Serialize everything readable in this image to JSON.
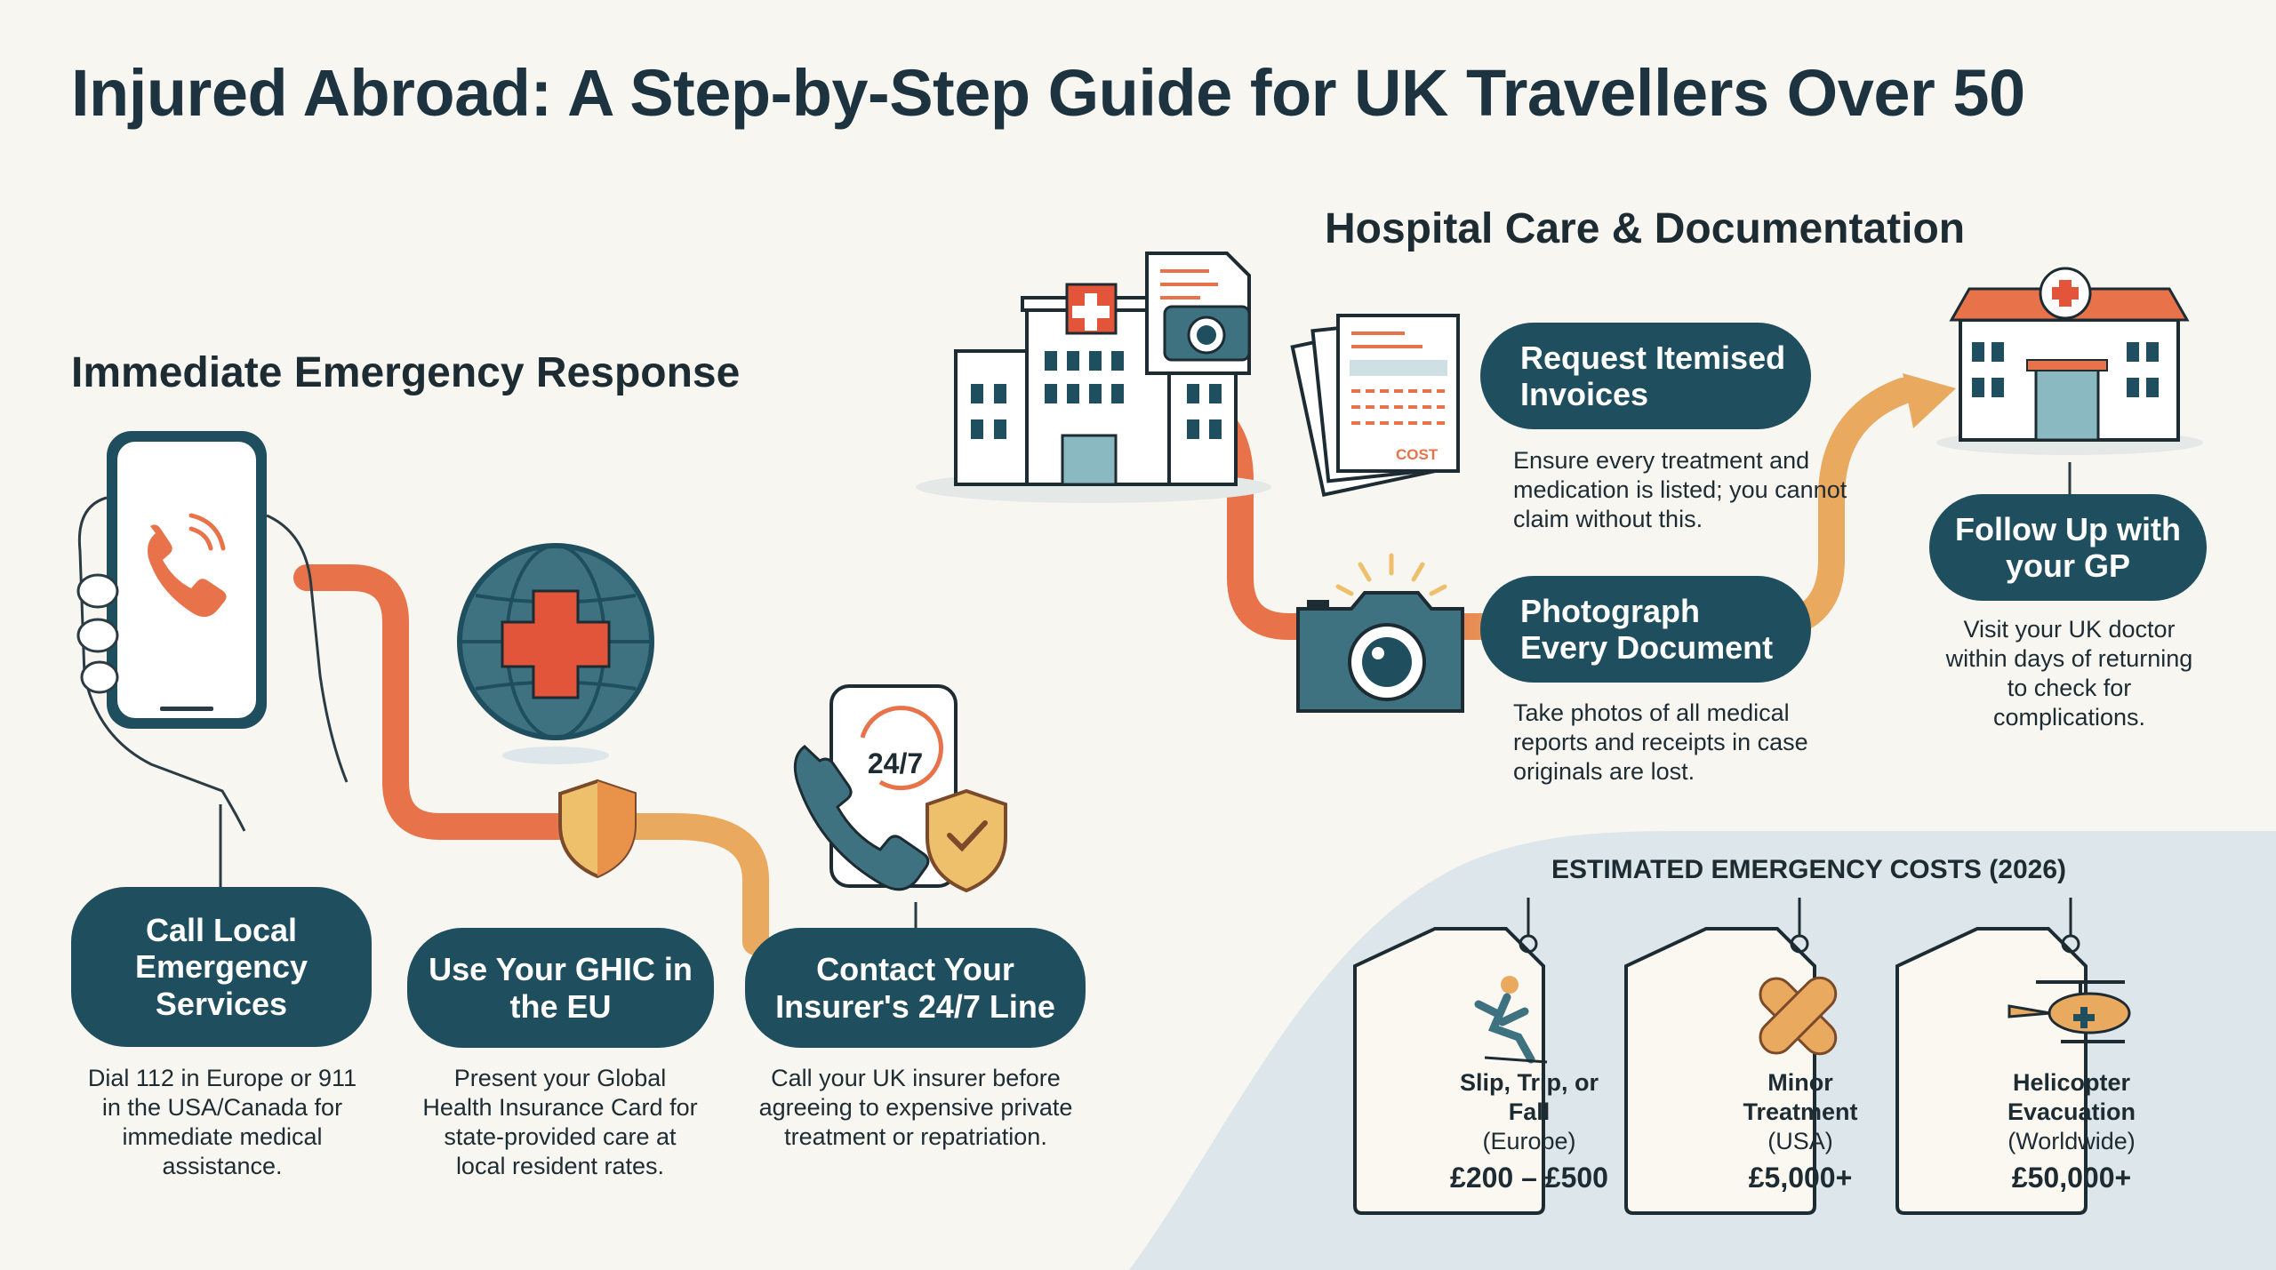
{
  "title": "Injured Abroad: A Step-by-Step Guide for UK Travellers Over 50",
  "colors": {
    "teal_dark": "#1f4f5e",
    "orange": "#e8724a",
    "amber": "#e9a95f",
    "red_cross": "#e2553a",
    "background": "#f7f6f1",
    "panel": "#dde6ea"
  },
  "sections": {
    "emergency": {
      "title": "Immediate Emergency Response",
      "steps": [
        {
          "icon": "phone-call-hand-icon",
          "label": "Call Local Emergency Services",
          "desc": "Dial 112 in Europe or 911 in the USA/Canada for immediate medical assistance."
        },
        {
          "icon": "globe-medical-cross-icon",
          "label": "Use Your GHIC in the EU",
          "desc": "Present your Global Health Insurance Card for state-provided care at local resident rates."
        },
        {
          "icon": "phone-24-7-shield-icon",
          "label": "Contact Your Insurer's 24/7 Line",
          "desc": "Call your UK insurer before agreeing to expensive private treatment or repatriation."
        }
      ]
    },
    "hospital": {
      "title": "Hospital Care & Documentation",
      "steps": [
        {
          "icon": "invoice-documents-icon",
          "icon_text": "COST",
          "label": "Request Itemised Invoices",
          "desc": "Ensure every treatment and medication is listed; you cannot claim without this."
        },
        {
          "icon": "camera-icon",
          "label": "Photograph Every Document",
          "desc": "Take photos of all medical reports and receipts in case originals are lost."
        },
        {
          "icon": "gp-clinic-icon",
          "label": "Follow Up with your GP",
          "desc": "Visit your UK doctor within days of returning to check for complications."
        }
      ],
      "hospital_icon": "hospital-building-icon"
    }
  },
  "costs": {
    "title": "ESTIMATED EMERGENCY COSTS (2026)",
    "items": [
      {
        "icon": "slip-fall-icon",
        "name": "Slip, Trip, or Fall",
        "region": "(Europe)",
        "price": "£200 – £500"
      },
      {
        "icon": "bandage-icon",
        "name": "Minor Treatment",
        "region": "(USA)",
        "price": "£5,000+"
      },
      {
        "icon": "helicopter-icon",
        "name": "Helicopter Evacuation",
        "region": "(Worldwide)",
        "price": "£50,000+"
      }
    ]
  }
}
